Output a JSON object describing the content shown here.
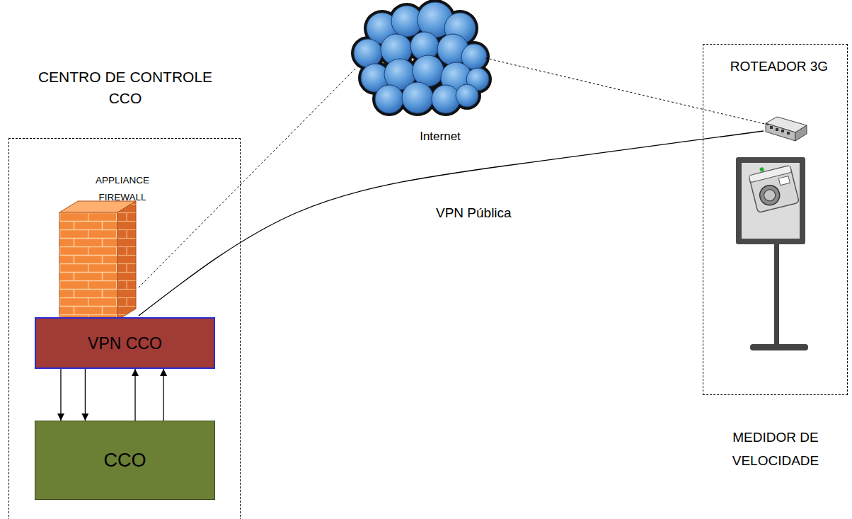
{
  "diagram": {
    "nodes": [
      {
        "text": [
          "CENTRO DE CONTROLE CCO"
        ]
      },
      {
        "text": [
          "APPLIANCE FIREWALL"
        ],
        "in": 0
      },
      {
        "text": [
          "VPN CCO"
        ],
        "in": 0
      },
      {
        "text": [
          "CCO"
        ],
        "in": 0
      },
      {
        "text": [
          "Internet"
        ]
      },
      {
        "text": [
          "MEDIDOR DE VELOCIDADE"
        ]
      },
      {
        "text": [
          "ROTEADOR 3G"
        ],
        "in": 5
      }
    ],
    "edges": [
      {
        "from": 1,
        "to": 4,
        "arrow": "none"
      },
      {
        "from": 4,
        "to": 6,
        "arrow": "none"
      },
      {
        "from": 1,
        "to": 6,
        "label": "VPN Pública",
        "arrow": "none"
      },
      {
        "from": 2,
        "to": 3,
        "arrow": "to"
      },
      {
        "from": 2,
        "to": 3,
        "arrow": "to"
      },
      {
        "from": 3,
        "to": 2,
        "arrow": "to"
      },
      {
        "from": 3,
        "to": 2,
        "arrow": "to"
      }
    ]
  }
}
